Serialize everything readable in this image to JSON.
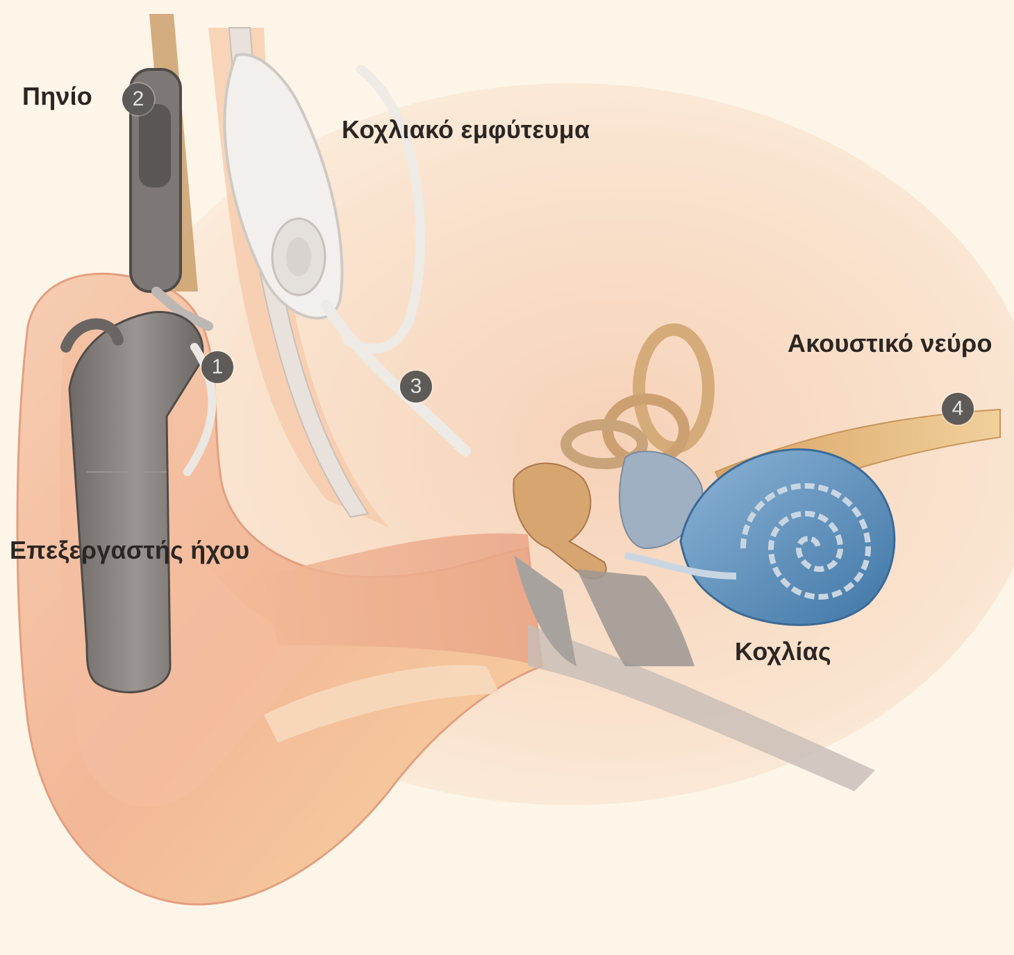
{
  "labels": {
    "coil": "Πηνίο",
    "cochlear_implant": "Κοχλιακό εμφύτευμα",
    "auditory_nerve": "Ακουστικό νεύρο",
    "sound_processor": "Επεξεργαστής ήχου",
    "cochlea": "Κοχλίας"
  },
  "markers": {
    "m1": "1",
    "m2": "2",
    "m3": "3",
    "m4": "4"
  },
  "colors": {
    "background": "#fdf5e8",
    "skin": "#f4c9ae",
    "skin_dark": "#e8a98a",
    "device_gray": "#8a8583",
    "cochlea_blue": "#5d8fb8",
    "nerve_tan": "#e3b87a",
    "label_text": "#2b2623",
    "marker_fill": "#5e5a57"
  }
}
